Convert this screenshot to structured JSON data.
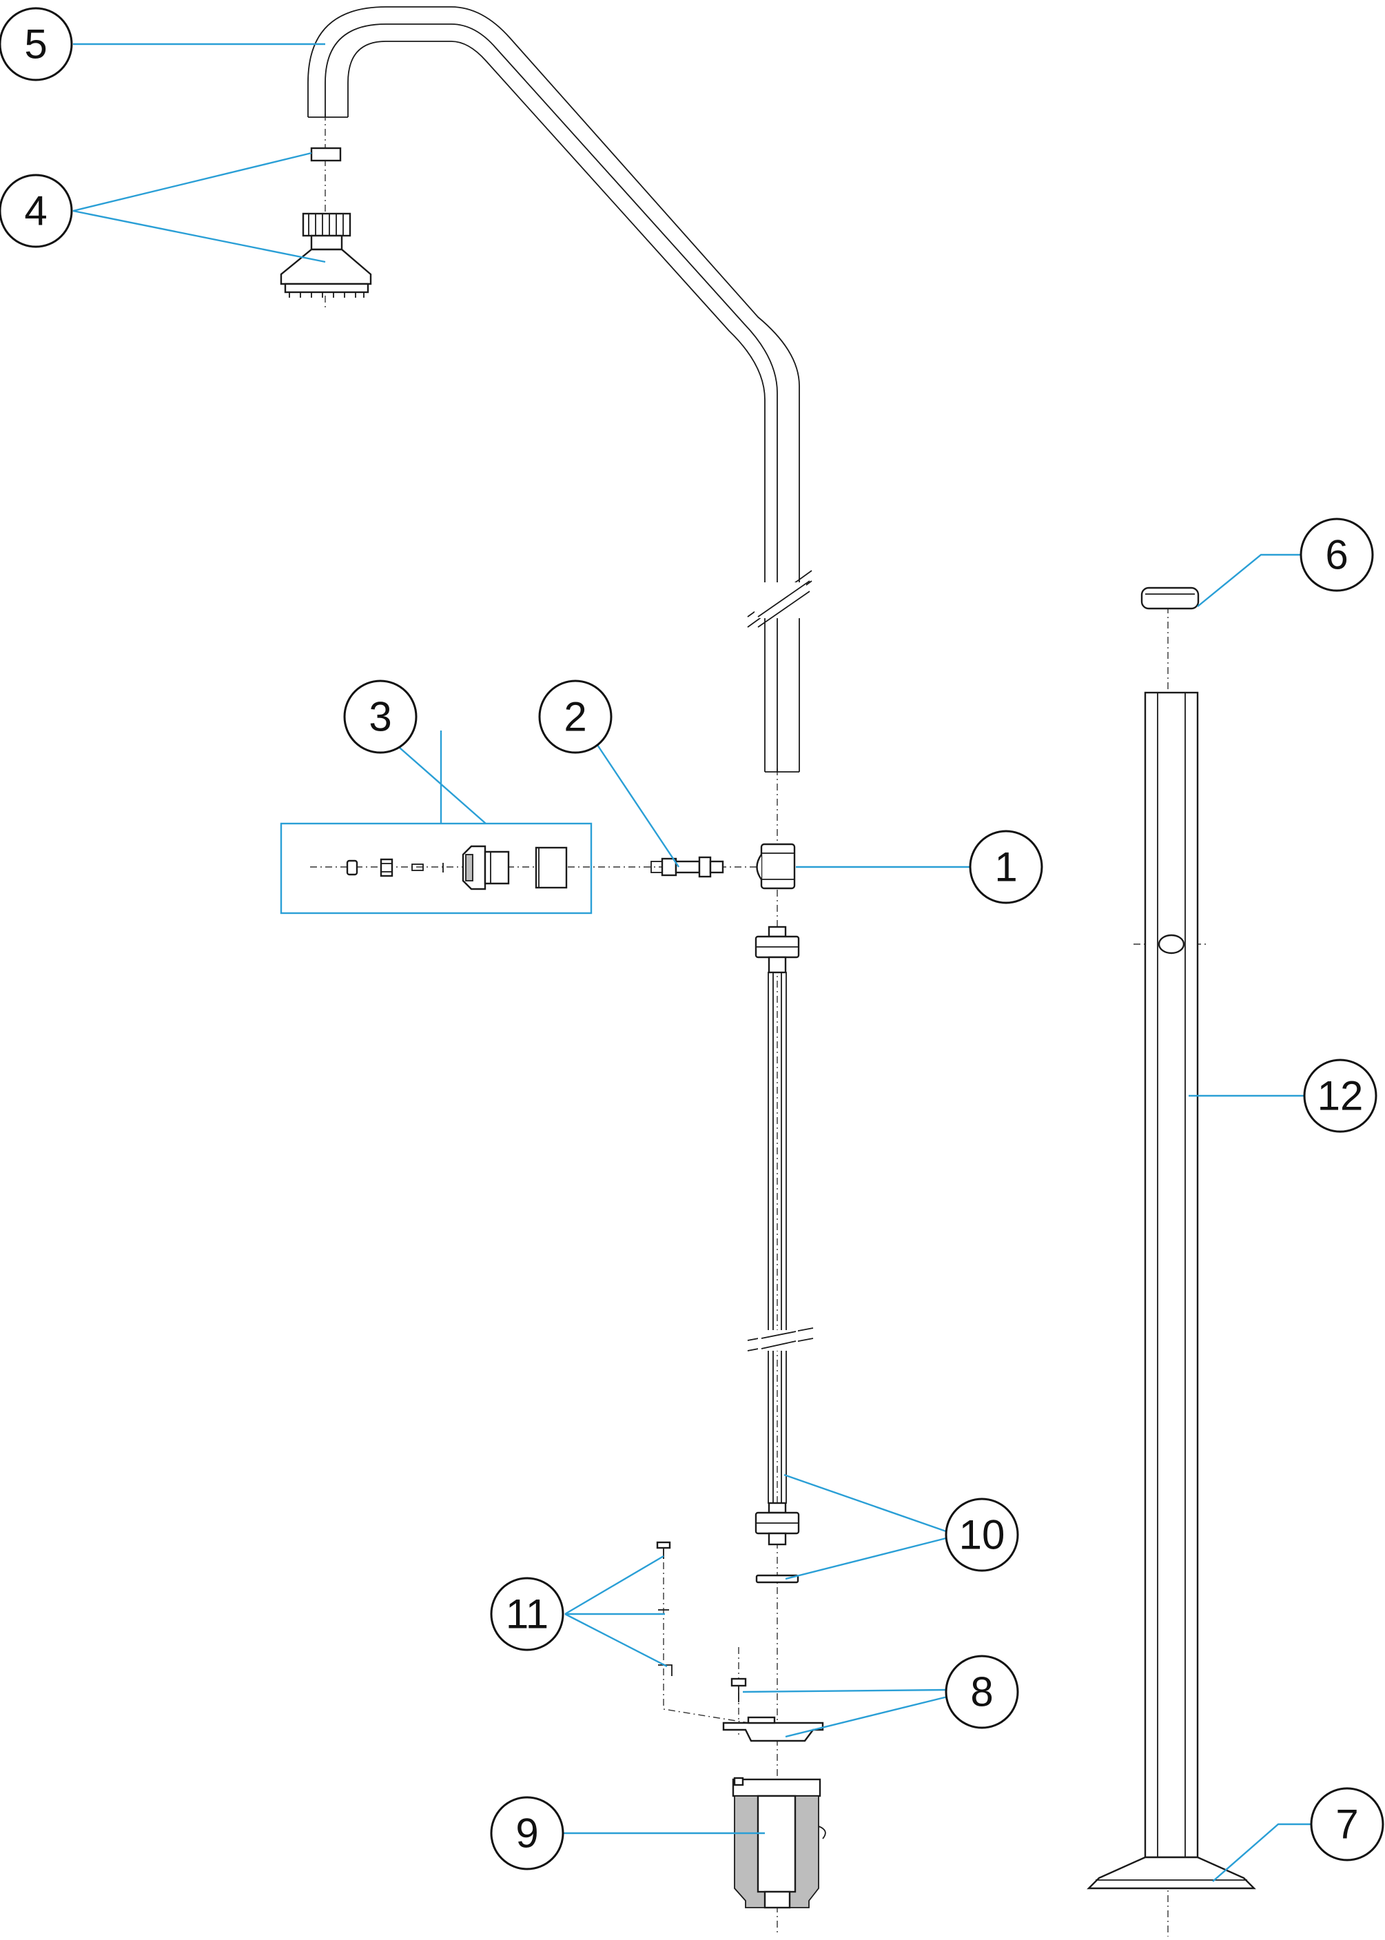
{
  "diagram": {
    "type": "exploded-parts-drawing",
    "leader_color": "#2a9fd6",
    "line_color": "#1a1a1a",
    "background": "#ffffff",
    "callouts": [
      {
        "id": "c1",
        "label": "1"
      },
      {
        "id": "c2",
        "label": "2"
      },
      {
        "id": "c3",
        "label": "3"
      },
      {
        "id": "c4",
        "label": "4"
      },
      {
        "id": "c5",
        "label": "5"
      },
      {
        "id": "c6",
        "label": "6"
      },
      {
        "id": "c7",
        "label": "7"
      },
      {
        "id": "c8",
        "label": "8"
      },
      {
        "id": "c9",
        "label": "9"
      },
      {
        "id": "c10",
        "label": "10"
      },
      {
        "id": "c11",
        "label": "11"
      },
      {
        "id": "c12",
        "label": "12"
      }
    ]
  }
}
